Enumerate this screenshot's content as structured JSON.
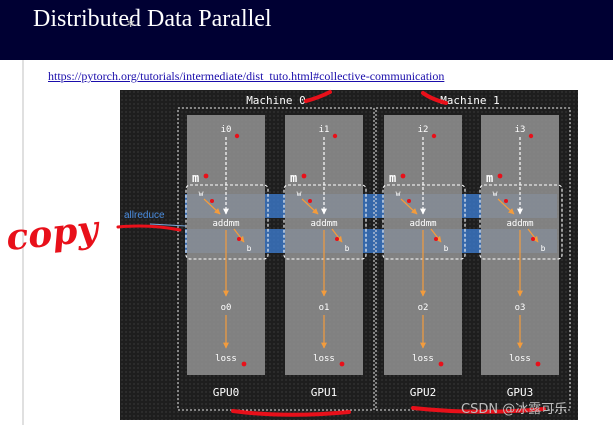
{
  "header": {
    "title": "Distributed Data Parallel"
  },
  "link": {
    "url_text": "https://pytorch.org/tutorials/intermediate/dist_tuto.html#collective-communication"
  },
  "diagram": {
    "machines": [
      "Machine 0",
      "Machine 1"
    ],
    "allreduce_label": "allreduce",
    "gpus": [
      {
        "label": "GPU0",
        "input": "i0",
        "output": "o0"
      },
      {
        "label": "GPU1",
        "input": "i1",
        "output": "o1"
      },
      {
        "label": "GPU2",
        "input": "i2",
        "output": "o2"
      },
      {
        "label": "GPU3",
        "input": "i3",
        "output": "o3"
      }
    ],
    "model_label": "m",
    "weight_label": "w",
    "op_label": "addmm",
    "bias_label": "b",
    "loss_label": "loss"
  },
  "annotation": {
    "handwritten_word": "copy"
  },
  "watermark": {
    "text": "CSDN @冰露可乐"
  }
}
